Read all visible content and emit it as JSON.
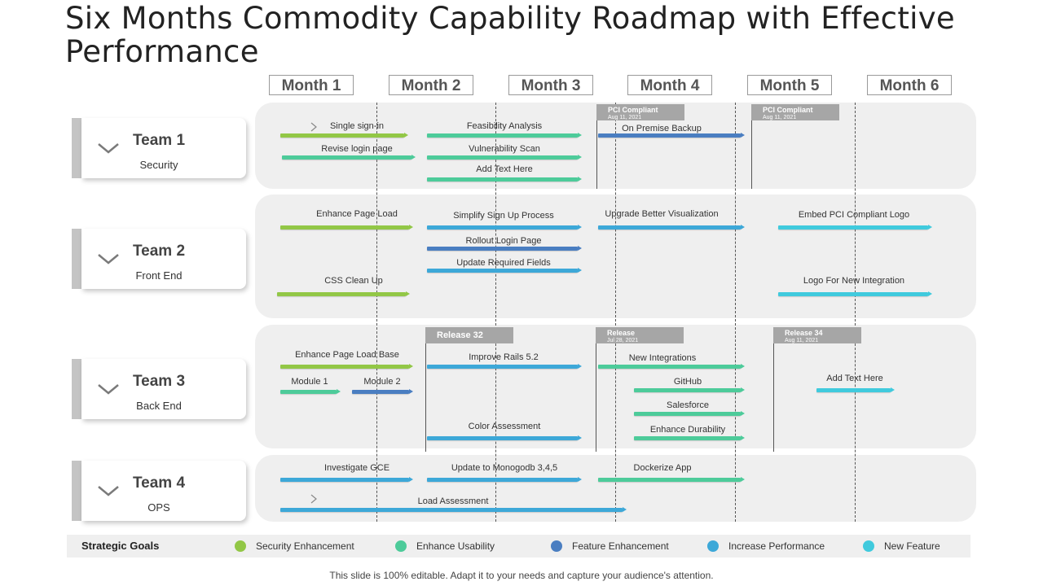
{
  "title": "Six Months Commodity Capability Roadmap with Effective Performance",
  "months": [
    "Month 1",
    "Month 2",
    "Month 3",
    "Month 4",
    "Month 5",
    "Month 6"
  ],
  "colors": {
    "green": "#92c746",
    "teal": "#4dcb9a",
    "blue": "#4a7ec1",
    "skyblue": "#3da8d8",
    "cyan": "#40cadd",
    "milestone": "#a6a6a6",
    "panel": "#efefef"
  },
  "teams": [
    {
      "name": "Team 1",
      "sub": "Security",
      "milestones": [
        {
          "label": "PCI Compliant",
          "date": "Aug 11, 2021"
        },
        {
          "label": "PCI Compliant",
          "date": "Aug 11, 2021"
        }
      ],
      "tasks": [
        {
          "label": "Single sign-in",
          "color": "green"
        },
        {
          "label": "Revise login page",
          "color": "teal"
        },
        {
          "label": "Feasibility Analysis",
          "color": "teal"
        },
        {
          "label": "Vulnerability Scan",
          "color": "teal"
        },
        {
          "label": "Add Text Here",
          "color": "teal"
        },
        {
          "label": "On Premise Backup",
          "color": "blue"
        }
      ]
    },
    {
      "name": "Team 2",
      "sub": "Front End",
      "milestones": [],
      "tasks": [
        {
          "label": "Enhance Page Load",
          "color": "green"
        },
        {
          "label": "CSS Clean Up",
          "color": "green"
        },
        {
          "label": "Simplify Sign Up Process",
          "color": "skyblue"
        },
        {
          "label": "Rollout Login Page",
          "color": "blue"
        },
        {
          "label": "Update Required Fields",
          "color": "skyblue"
        },
        {
          "label": "Upgrade Better Visualization",
          "color": "skyblue"
        },
        {
          "label": "Embed  PCI  Compliant  Logo",
          "color": "cyan"
        },
        {
          "label": "Logo For New Integration",
          "color": "cyan"
        }
      ]
    },
    {
      "name": "Team 3",
      "sub": "Back End",
      "milestones": [
        {
          "label": "Release 32",
          "date": ""
        },
        {
          "label": "Release",
          "date": "Jul 28, 2021"
        },
        {
          "label": "Release 34",
          "date": "Aug 11, 2021"
        }
      ],
      "tasks": [
        {
          "label": "Enhance Page Load Base",
          "color": "green"
        },
        {
          "label": "Module 1",
          "color": "teal"
        },
        {
          "label": "Module 2",
          "color": "blue"
        },
        {
          "label": "Improve Rails 5.2",
          "color": "skyblue"
        },
        {
          "label": "Color Assessment",
          "color": "skyblue"
        },
        {
          "label": "New Integrations",
          "color": "teal"
        },
        {
          "label": "GitHub",
          "color": "teal"
        },
        {
          "label": "Salesforce",
          "color": "teal"
        },
        {
          "label": "Enhance Durability",
          "color": "teal"
        },
        {
          "label": "Add Text Here",
          "color": "cyan"
        }
      ]
    },
    {
      "name": "Team 4",
      "sub": "OPS",
      "milestones": [],
      "tasks": [
        {
          "label": "Investigate GCE",
          "color": "skyblue"
        },
        {
          "label": "Update to Monogodb 3,4,5",
          "color": "skyblue"
        },
        {
          "label": "Dockerize App",
          "color": "teal"
        },
        {
          "label": "Load Assessment",
          "color": "skyblue"
        }
      ]
    }
  ],
  "legend": {
    "title": "Strategic Goals",
    "items": [
      {
        "label": "Security Enhancement",
        "color": "#92c746"
      },
      {
        "label": "Enhance Usability",
        "color": "#4dcb9a"
      },
      {
        "label": "Feature Enhancement",
        "color": "#4a7ec1"
      },
      {
        "label": "Increase Performance",
        "color": "#3da8d8"
      },
      {
        "label": "New Feature",
        "color": "#40cadd"
      }
    ]
  },
  "footer": "This slide is 100% editable. Adapt it to your needs and capture your audience's attention."
}
